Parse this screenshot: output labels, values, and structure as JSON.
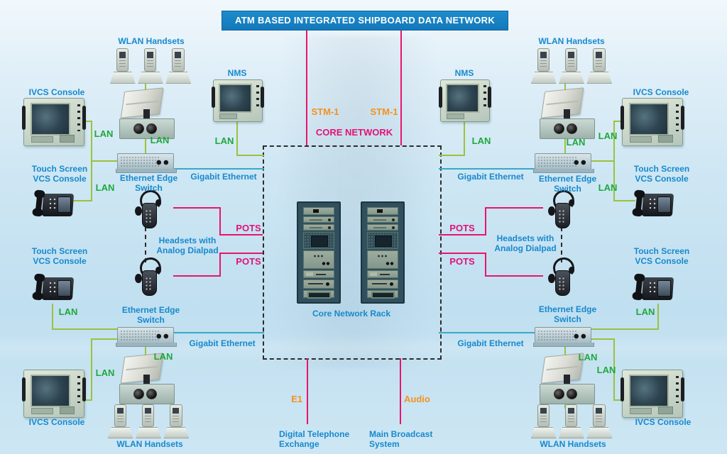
{
  "title": "ATM BASED INTEGRATED SHIPBOARD DATA NETWORK",
  "core": {
    "network_label": "CORE NETWORK",
    "rack_label": "Core Network Rack"
  },
  "links": {
    "lan": "LAN",
    "gigabit_ethernet": "Gigabit Ethernet",
    "pots": "POTS",
    "stm1": "STM-1",
    "e1": "E1",
    "audio": "Audio"
  },
  "nodes": {
    "wlan_handsets": "WLAN Handsets",
    "ivcs_console": "IVCS Console",
    "touch_screen_vcs_console": "Touch Screen\nVCS Console",
    "ethernet_edge_switch": "Ethernet Edge\nSwitch",
    "headsets_with_analog_dialpad": "Headsets with\nAnalog Dialpad",
    "nms": "NMS",
    "digital_telephone_exchange": "Digital Telephone\nExchange",
    "main_broadcast_system": "Main Broadcast\nSystem"
  },
  "colors": {
    "title_bg": "#1680c4",
    "label_blue": "#1789cd",
    "label_green": "#1ea83c",
    "line_green": "#9cc13e",
    "line_teal": "#38a9c9",
    "pink": "#e8146e",
    "magenta_text": "#e0127a",
    "orange": "#f59120"
  }
}
